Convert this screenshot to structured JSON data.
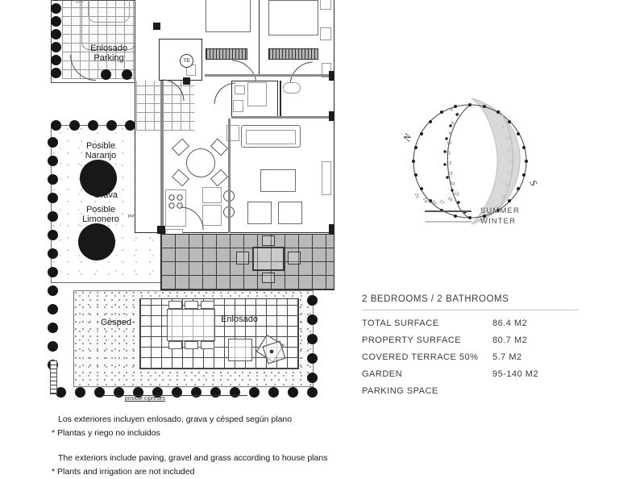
{
  "plan": {
    "labels": {
      "palmera": "Palmera",
      "punto_agua": "punto de agua",
      "enlosado_parking": "Enlosado\nParking",
      "enlosado_parking_l1": "Enlosado",
      "enlosado_parking_l2": "Parking",
      "posible_naranjo_l1": "Posible",
      "posible_naranjo_l2": "Naranjo",
      "grava": "Grava",
      "posible_limonero_l1": "Posible",
      "posible_limonero_l2": "Limonero",
      "cesped": "Césped",
      "enlosado": "Enlosado",
      "posible_cipreses": "posible cipreses",
      "te_marker": "TE"
    }
  },
  "sun_diagram": {
    "north_label": "N",
    "south_label": "S",
    "hours": [
      "6",
      "7",
      "8",
      "9",
      "10",
      "11",
      "12",
      "13",
      "14",
      "15",
      "16",
      "17",
      "18",
      "19",
      "20"
    ],
    "legend": [
      {
        "label": "SUMMER",
        "color": "#555555"
      },
      {
        "label": "WINTER",
        "color": "#c3c3c3"
      }
    ]
  },
  "spec": {
    "title": "2 BEDROOMS / 2 BATHROOMS",
    "rows": [
      {
        "key": "TOTAL SURFACE",
        "value": "86.4 M2"
      },
      {
        "key": "PROPERTY SURFACE",
        "value": "80.7 M2"
      },
      {
        "key": "COVERED TERRACE  50%",
        "value": "5.7 M2"
      },
      {
        "key": "GARDEN",
        "value": "95-140 M2"
      },
      {
        "key": "PARKING SPACE",
        "value": ""
      }
    ]
  },
  "captions": {
    "es_1": "Los exteriores incluyen enlosado, grava y césped según plano",
    "es_2": "* Plantas y riego no incluidos",
    "en_1": "The exteriors include paving, gravel and grass according to house plans",
    "en_2": "* Plants and irrigation are not included"
  }
}
